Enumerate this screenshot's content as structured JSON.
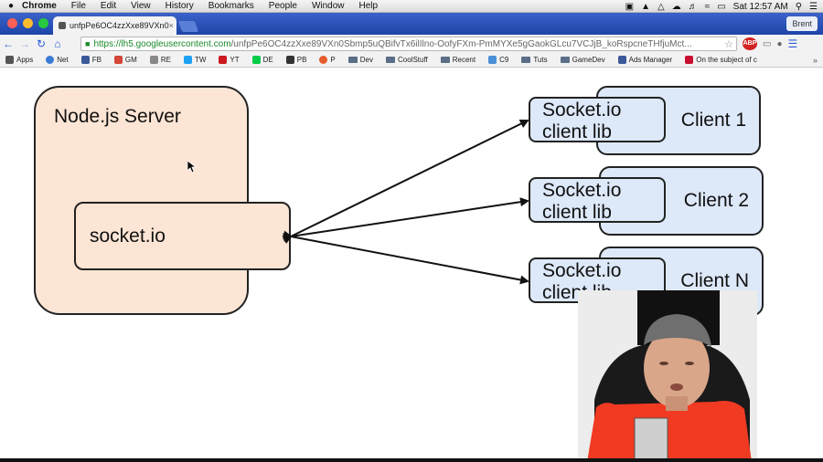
{
  "menubar": {
    "items": [
      "Chrome",
      "File",
      "Edit",
      "View",
      "History",
      "Bookmarks",
      "People",
      "Window",
      "Help"
    ],
    "clock": "Sat 12:57 AM"
  },
  "browser": {
    "tab_title": "unfpPe6OC4zzXxe89VXn0",
    "user_button": "Brent",
    "url_host": "https://lh5.googleusercontent.com",
    "url_path": "/unfpPe6OC4zzXxe89VXn0Sbmp5uQBifvTx6ilIlno-OofyFXm-PmMYXe5gGaokGLcu7VCJjB_koRspcneTHfjuMct...",
    "ext_abp": "ABP"
  },
  "bookmarks": [
    {
      "label": "Apps",
      "icon": "apps-grid-icon"
    },
    {
      "label": "Net",
      "icon": "globe-icon"
    },
    {
      "label": "FB",
      "icon": "facebook-icon"
    },
    {
      "label": "GM",
      "icon": "gmail-icon"
    },
    {
      "label": "RE",
      "icon": "reddit-icon"
    },
    {
      "label": "TW",
      "icon": "twitter-icon"
    },
    {
      "label": "YT",
      "icon": "youtube-icon"
    },
    {
      "label": "DE",
      "icon": "deviantart-icon"
    },
    {
      "label": "PB",
      "icon": "photobucket-icon"
    },
    {
      "label": "P",
      "icon": "pinterest-icon"
    },
    {
      "label": "Dev",
      "icon": "folder-icon"
    },
    {
      "label": "CoolStuff",
      "icon": "folder-icon"
    },
    {
      "label": "Recent",
      "icon": "folder-icon"
    },
    {
      "label": "C9",
      "icon": "cloud9-icon"
    },
    {
      "label": "Tuts",
      "icon": "folder-icon"
    },
    {
      "label": "GameDev",
      "icon": "folder-icon"
    },
    {
      "label": "Ads Manager",
      "icon": "facebook-icon"
    },
    {
      "label": "On the subject of c",
      "icon": "pdf-icon"
    }
  ],
  "diagram": {
    "server_title": "Node.js Server",
    "socket_label": "socket.io",
    "clients": [
      {
        "lib": [
          "Socket.io",
          "client lib"
        ],
        "name": "Client 1"
      },
      {
        "lib": [
          "Socket.io",
          "client lib"
        ],
        "name": "Client 2"
      },
      {
        "lib": [
          "Socket.io",
          "client lib"
        ],
        "name": "Client N"
      }
    ]
  },
  "colors": {
    "server_fill": "#fde5d5",
    "client_fill": "#dde8f8",
    "titlebar": "#2a52b8",
    "url_green": "#1a8a2a"
  }
}
